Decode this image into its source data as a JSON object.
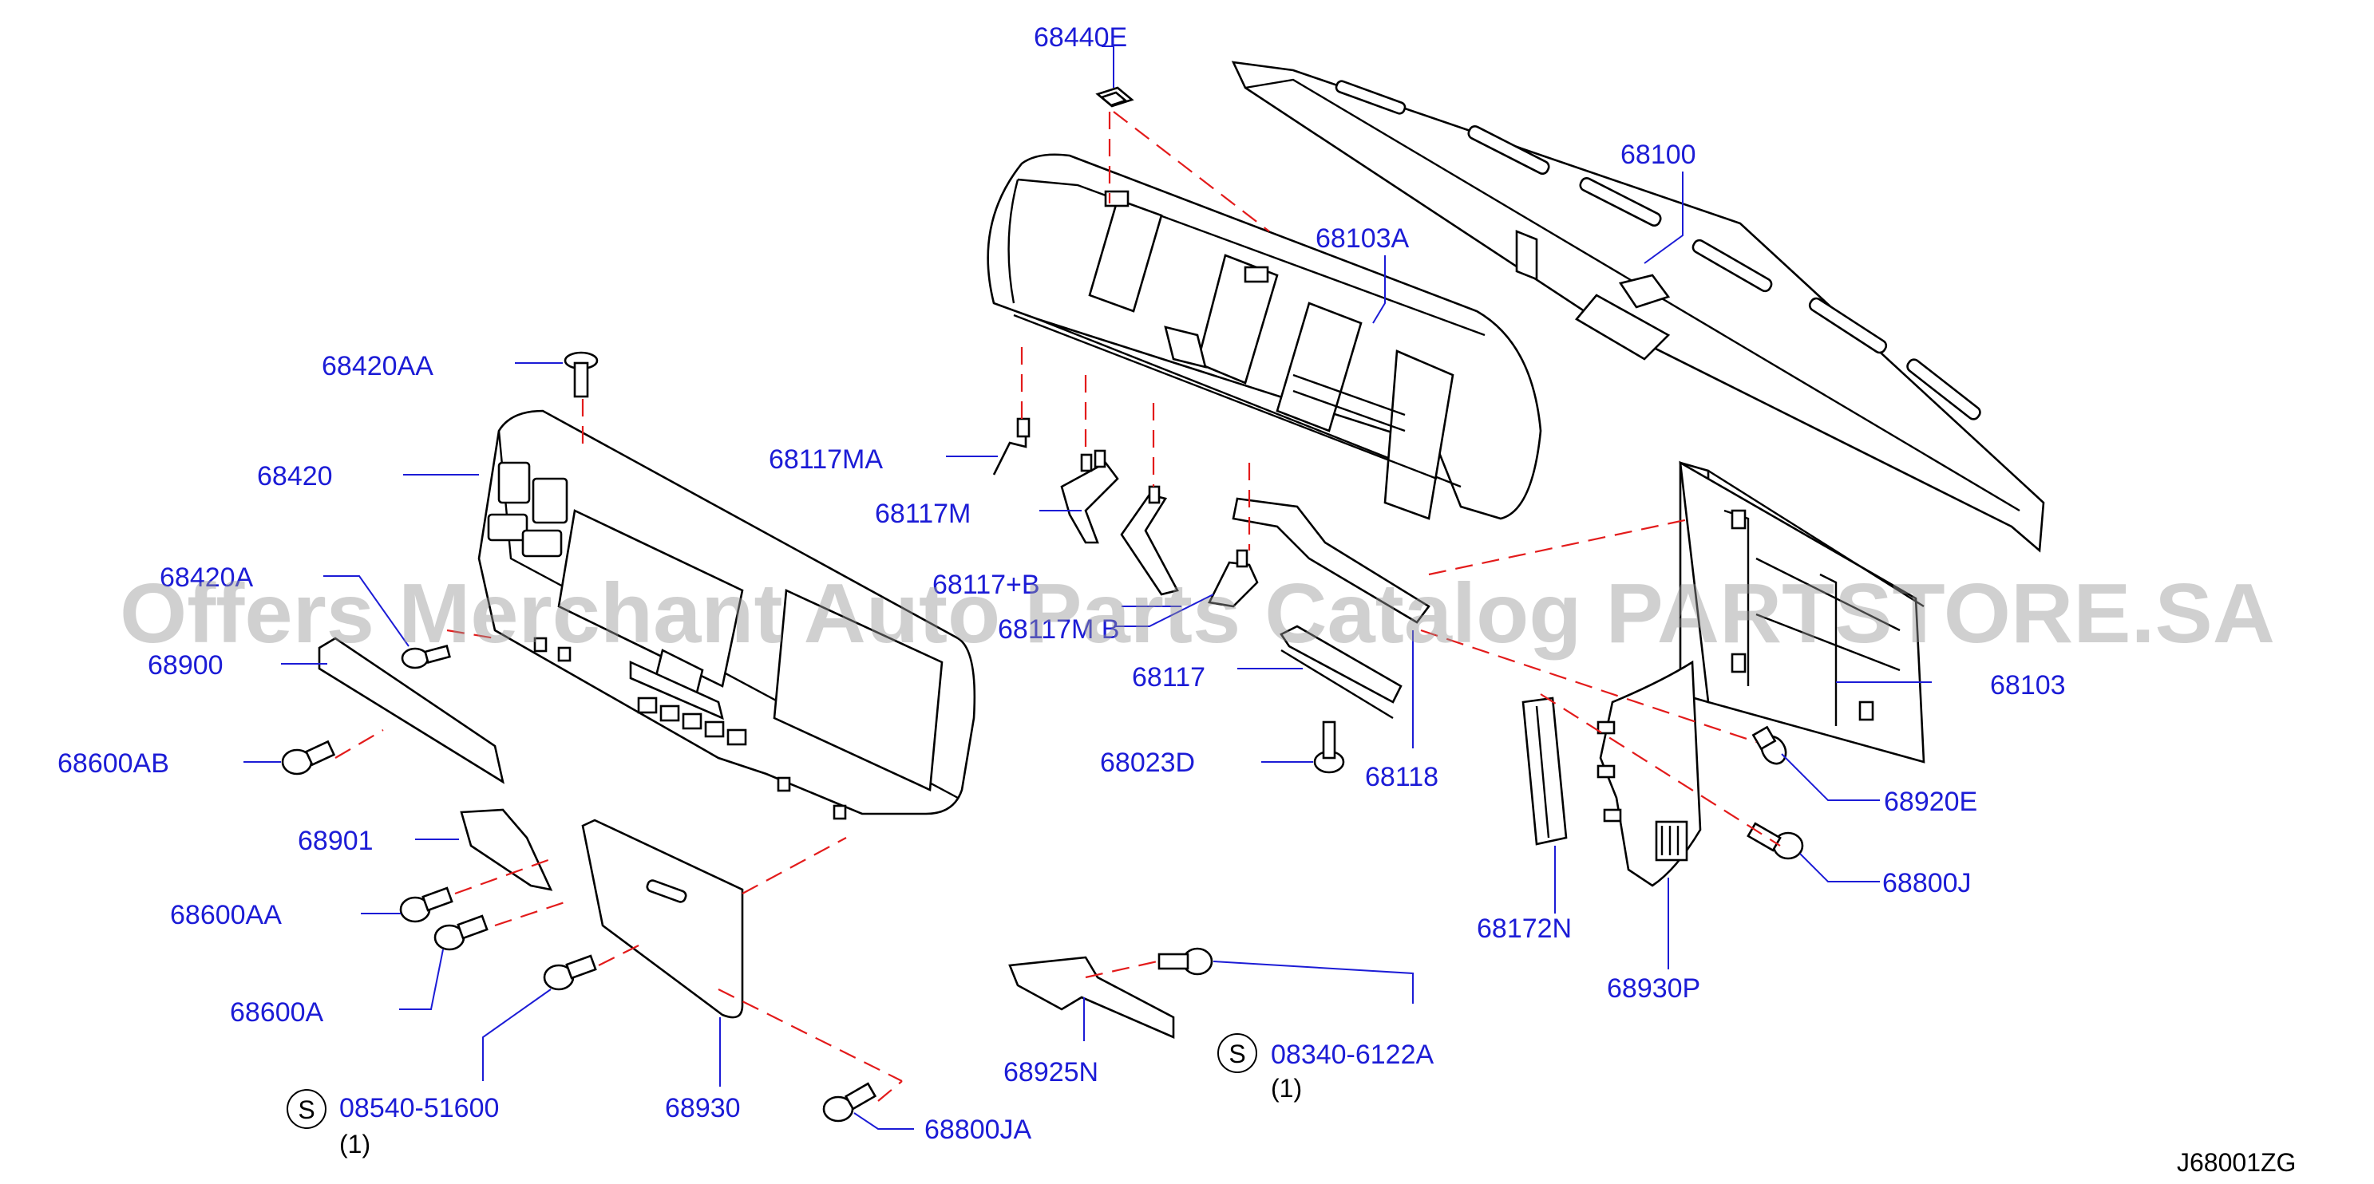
{
  "labels": {
    "p68440E": "68440E",
    "p68100": "68100",
    "p68103A": "68103A",
    "p68420AA": "68420AA",
    "p68420": "68420",
    "p68117MA": "68117MA",
    "p68117M": "68117M",
    "p68117B": "68117+B",
    "p68117MB": "68117M B",
    "p68420A": "68420A",
    "p68900": "68900",
    "p68117": "68117",
    "p68103": "68103",
    "p68023D": "68023D",
    "p68118": "68118",
    "p68920E": "68920E",
    "p68600AB": "68600AB",
    "p68901": "68901",
    "p68800J": "68800J",
    "p68600AA": "68600AA",
    "p68172N": "68172N",
    "p68930P": "68930P",
    "p68600A": "68600A",
    "p08340": "08340-6122A",
    "p08340qty": "(1)",
    "p68925N": "68925N",
    "p08540": "08540-51600",
    "p08540qty": "(1)",
    "p68930": "68930",
    "p68800JA": "68800JA",
    "s1": "S",
    "s2": "S"
  },
  "diagram_code": "J68001ZG",
  "watermark": "Offers Merchant Auto Parts Catalog PARTSTORE.SA",
  "colors": {
    "label": "#1c1cd6",
    "dashed_line": "#e31b1b",
    "line": "#000000",
    "background": "#ffffff"
  }
}
